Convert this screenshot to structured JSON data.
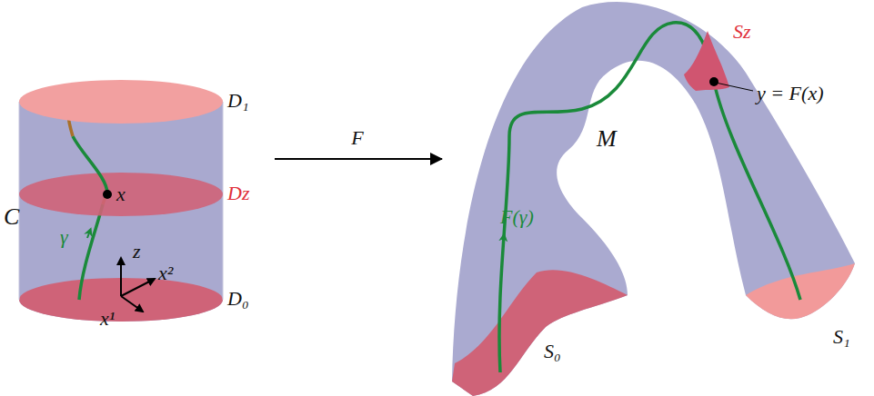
{
  "diagram": {
    "nodes": [
      {
        "text": [
          "C"
        ]
      },
      {
        "text": [
          "M"
        ]
      }
    ],
    "edges": [
      {
        "from": 0,
        "to": 1,
        "label": "F",
        "arrow": "to"
      }
    ],
    "labels": [
      "D₁",
      "Dz",
      "D₀",
      "x",
      "γ",
      "z",
      "x¹",
      "x²",
      "F(γ)",
      "Sz",
      "y = F(x)",
      "S₀",
      "S₁"
    ]
  }
}
